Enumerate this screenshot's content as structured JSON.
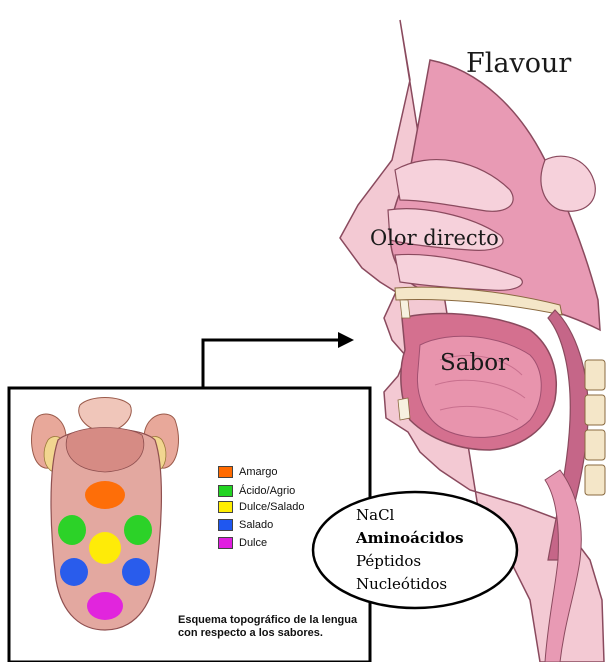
{
  "labels": {
    "flavour": "Flavour",
    "olor_directo": "Olor directo",
    "sabor": "Sabor"
  },
  "legend": [
    {
      "label": "Amargo",
      "color": "#ff6a00"
    },
    {
      "label": "Ácido/Agrio",
      "color": "#22d422"
    },
    {
      "label": "Dulce/Salado",
      "color": "#ffee00"
    },
    {
      "label": "Salado",
      "color": "#1f57f0"
    },
    {
      "label": "Dulce",
      "color": "#e01ee0"
    }
  ],
  "caption": "Esquema topográfico de la lengua con respecto a los sabores.",
  "compounds": [
    "NaCl",
    "Aminoácidos",
    "Péptidos",
    "Nucleótidos"
  ],
  "colors": {
    "tissue_pink": "#e89ab4",
    "tissue_light": "#f6d1db",
    "tissue_dark": "#b85c7a",
    "bone": "#f4e6c8",
    "frame": "#000000"
  }
}
